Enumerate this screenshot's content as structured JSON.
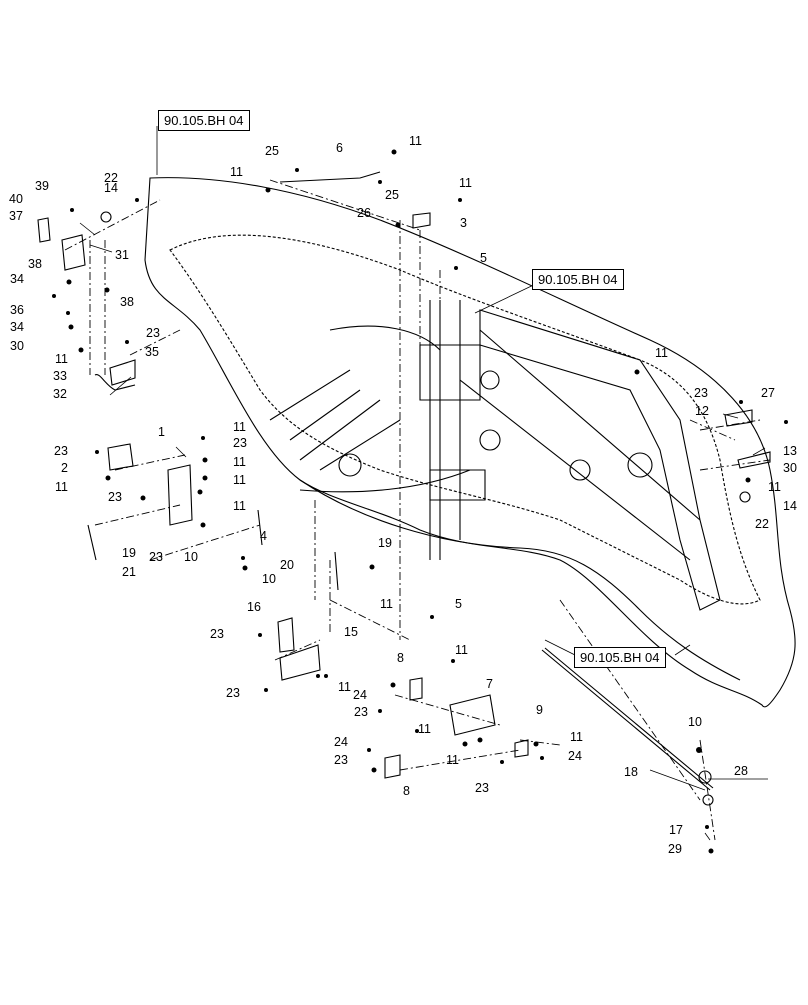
{
  "reference_label": "90.105.BH 04",
  "callouts": [
    "1",
    "2",
    "3",
    "4",
    "5",
    "6",
    "7",
    "8",
    "9",
    "10",
    "11",
    "12",
    "13",
    "14",
    "15",
    "16",
    "17",
    "18",
    "19",
    "20",
    "21",
    "22",
    "23",
    "24",
    "25",
    "26",
    "27",
    "28",
    "29",
    "30",
    "31",
    "32",
    "33",
    "34",
    "35",
    "36",
    "37",
    "38",
    "39",
    "40"
  ],
  "colors": {
    "line": "#000000",
    "background": "#ffffff"
  }
}
